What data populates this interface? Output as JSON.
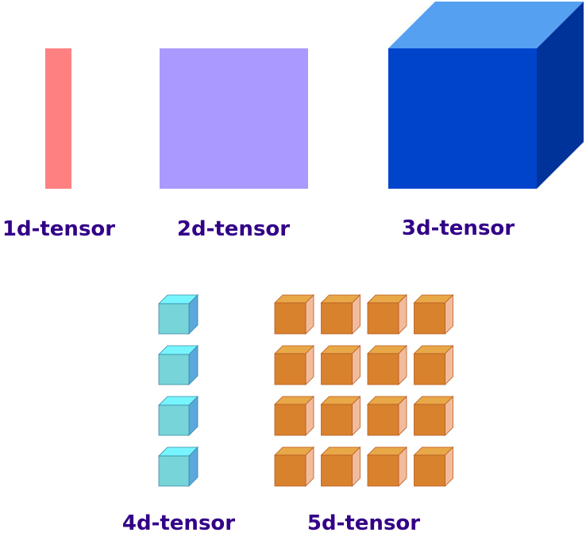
{
  "labels": {
    "t1": "1d-tensor",
    "t2": "2d-tensor",
    "t3": "3d-tensor",
    "t4": "4d-tensor",
    "t5": "5d-tensor"
  },
  "colors": {
    "label_text": "#330088",
    "bar_1d": "#ff8080",
    "square_2d": "#aa99ff",
    "cube_3d_front": "#0044cc",
    "cube_3d_top": "#55a0f0",
    "cube_3d_side": "#003399",
    "cube_4d_front": "#77d4d8",
    "cube_4d_top": "#77f5ff",
    "cube_4d_side": "#5aa8dc",
    "cube_4d_stroke": "#3a8aa8",
    "cube_5d_front": "#d8822e",
    "cube_5d_top": "#e8a848",
    "cube_5d_side": "#f2bc9c",
    "cube_5d_stroke": "#b85a1e"
  },
  "structure": {
    "tensor_4d_count": 4,
    "tensor_5d_rows": 4,
    "tensor_5d_cols": 4
  }
}
